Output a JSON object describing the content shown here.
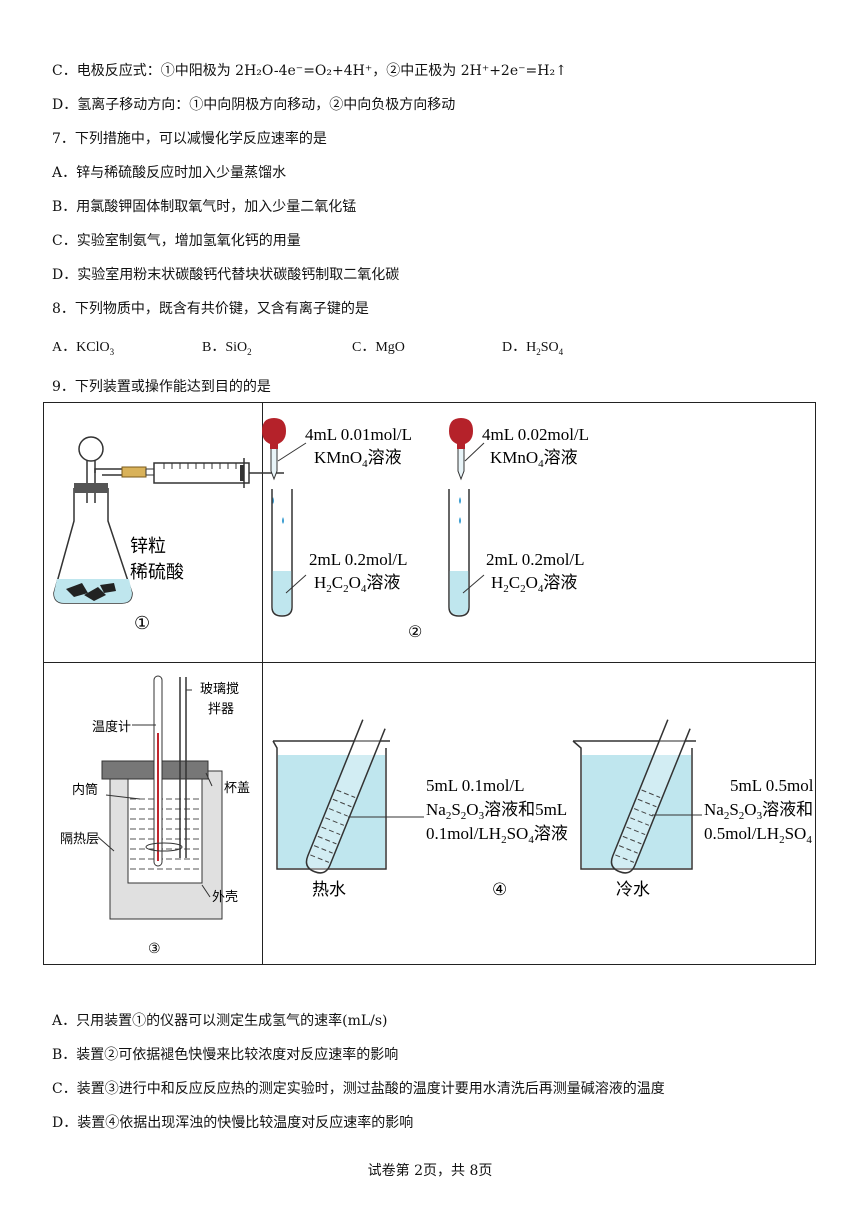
{
  "lines": {
    "c_prev": "C．电极反应式：①中阳极为 2H₂O-4e⁻=O₂+4H⁺，②中正极为 2H⁺+2e⁻=H₂↑",
    "d_prev": "D．氢离子移动方向：①中向阴极方向移动，②中向负极方向移动",
    "q7": "7．下列措施中，可以减慢化学反应速率的是",
    "q7a": "A．锌与稀硫酸反应时加入少量蒸馏水",
    "q7b": "B．用氯酸钾固体制取氧气时，加入少量二氧化锰",
    "q7c": "C．实验室制氨气，增加氢氧化钙的用量",
    "q7d": "D．实验室用粉末状碳酸钙代替块状碳酸钙制取二氧化碳",
    "q8": "8．下列物质中，既含有共价键，又含有离子键的是",
    "q9": "9．下列装置或操作能达到目的的是",
    "q9a": "A．只用装置①的仪器可以测定生成氢气的速率(mL/s)",
    "q9b": "B．装置②可依据褪色快慢来比较浓度对反应速率的影响",
    "q9c": "C．装置③进行中和反应反应热的测定实验时，测过盐酸的温度计要用水清洗后再测量碱溶液的温度",
    "q9d": "D．装置④依据出现浑浊的快慢比较温度对反应速率的影响"
  },
  "q8_options": {
    "a_label": "A．",
    "a_pre": "KClO",
    "a_sub": "3",
    "b_label": "B．",
    "b_pre": "SiO",
    "b_sub": "2",
    "c_label": "C．",
    "c_pre": "MgO",
    "d_label": "D．",
    "d_pre": "H",
    "d_sub1": "2",
    "d_mid": "SO",
    "d_sub2": "4"
  },
  "figure": {
    "p1": {
      "label": "①",
      "zinc": "锌粒",
      "acid": "稀硫酸"
    },
    "p2": {
      "label": "②",
      "left_top1": "4mL 0.01mol/L",
      "left_top2a": "KMnO",
      "left_top2s": "4",
      "left_top2b": "溶液",
      "right_top1": "4mL 0.02mol/L",
      "right_top2a": "KMnO",
      "right_top2s": "4",
      "right_top2b": "溶液",
      "bot1": "2mL 0.2mol/L",
      "bot2a": "H",
      "bot2s1": "2",
      "bot2b": "C",
      "bot2s2": "2",
      "bot2c": "O",
      "bot2s3": "4",
      "bot2d": "溶液"
    },
    "p3": {
      "label": "③",
      "thermo": "温度计",
      "stirrer1": "玻璃搅",
      "stirrer2": "拌器",
      "lid": "杯盖",
      "inner": "内筒",
      "insul": "隔热层",
      "shell": "外壳"
    },
    "p4": {
      "label": "④",
      "hot": "热水",
      "cold": "冷水",
      "l1": "5mL 0.1mol/L",
      "l2a": "Na",
      "l2s1": "2",
      "l2b": "S",
      "l2s2": "2",
      "l2c": "O",
      "l2s3": "3",
      "l2d": "溶液和5mL",
      "l3a": "0.1mol/LH",
      "l3s1": "2",
      "l3b": "SO",
      "l3s2": "4",
      "l3c": "溶液",
      "r1": "5mL 0.5mol",
      "r2a": "Na",
      "r2s1": "2",
      "r2b": "S",
      "r2s2": "2",
      "r2c": "O",
      "r2s3": "3",
      "r2d": "溶液和",
      "r3a": "0.5mol/LH",
      "r3s1": "2",
      "r3b": "SO",
      "r3s2": "4"
    }
  },
  "footer": "试卷第 2页，共 8页"
}
